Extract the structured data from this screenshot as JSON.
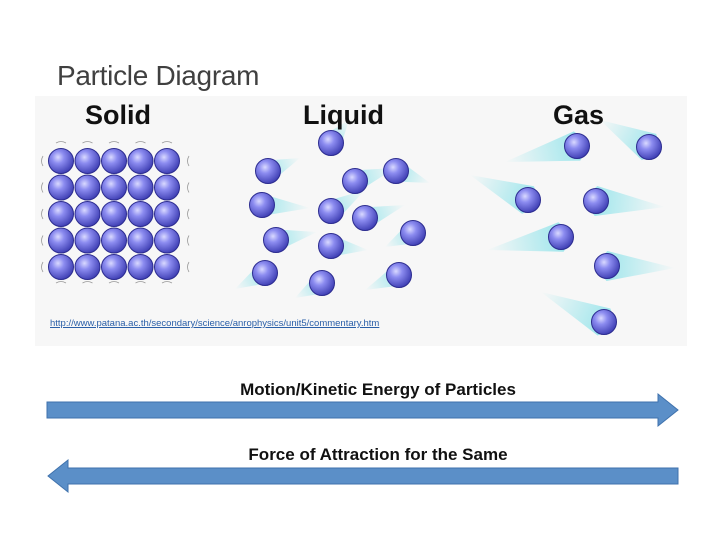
{
  "slide": {
    "title": "Particle Diagram"
  },
  "figure": {
    "states": [
      {
        "name": "Solid"
      },
      {
        "name": "Liquid"
      },
      {
        "name": "Gas"
      }
    ],
    "source_link": "http://www.patana.ac.th/secondary/science/anrophysics/unit5/commentary.htm"
  },
  "arrows": {
    "motion": {
      "label": "Motion/Kinetic Energy of Particles",
      "direction": "right"
    },
    "force": {
      "label": "Force of Attraction for the Same",
      "direction": "left"
    }
  },
  "colors": {
    "particle": "#7f7fe8",
    "particle_dark": "#3a3ab0",
    "trail": "#8fe3ea",
    "arrow": "#5b8fc8",
    "arrow_border": "#3f72ad"
  }
}
